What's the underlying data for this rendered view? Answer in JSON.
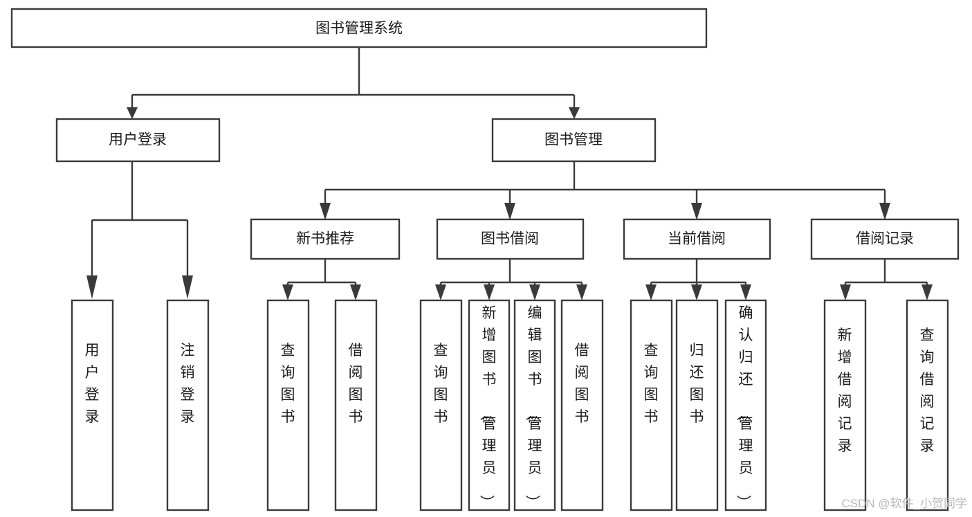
{
  "diagram": {
    "type": "tree",
    "title": "图书管理系统",
    "watermark": "CSDN @软件_小贺同学",
    "colors": {
      "stroke": "#3a3a3a",
      "fill": "#ffffff",
      "text": "#1b1b1b",
      "watermark": "#b9b9b9",
      "background": "#ffffff"
    },
    "levels": {
      "root": {
        "label": "图书管理系统",
        "orientation": "horizontal"
      },
      "level1": [
        {
          "label": "用户登录",
          "orientation": "horizontal"
        },
        {
          "label": "图书管理",
          "orientation": "horizontal"
        }
      ],
      "level2": [
        {
          "label": "新书推荐",
          "orientation": "horizontal"
        },
        {
          "label": "图书借阅",
          "orientation": "horizontal"
        },
        {
          "label": "当前借阅",
          "orientation": "horizontal"
        },
        {
          "label": "借阅记录",
          "orientation": "horizontal"
        }
      ],
      "leaves": [
        {
          "label": "用户登录",
          "orientation": "vertical",
          "parent": "用户登录"
        },
        {
          "label": "注销登录",
          "orientation": "vertical",
          "parent": "用户登录"
        },
        {
          "label": "查询图书",
          "orientation": "vertical",
          "parent": "新书推荐"
        },
        {
          "label": "借阅图书",
          "orientation": "vertical",
          "parent": "新书推荐"
        },
        {
          "label": "查询图书",
          "orientation": "vertical",
          "parent": "图书借阅"
        },
        {
          "label": "新增图书（管理员）",
          "orientation": "vertical",
          "parent": "图书借阅"
        },
        {
          "label": "编辑图书（管理员）",
          "orientation": "vertical",
          "parent": "图书借阅"
        },
        {
          "label": "借阅图书",
          "orientation": "vertical",
          "parent": "图书借阅"
        },
        {
          "label": "查询图书",
          "orientation": "vertical",
          "parent": "当前借阅"
        },
        {
          "label": "归还图书",
          "orientation": "vertical",
          "parent": "当前借阅"
        },
        {
          "label": "确认归还（管理员）",
          "orientation": "vertical",
          "parent": "当前借阅"
        },
        {
          "label": "新增借阅记录",
          "orientation": "vertical",
          "parent": "借阅记录"
        },
        {
          "label": "查询借阅记录",
          "orientation": "vertical",
          "parent": "借阅记录"
        }
      ]
    }
  }
}
